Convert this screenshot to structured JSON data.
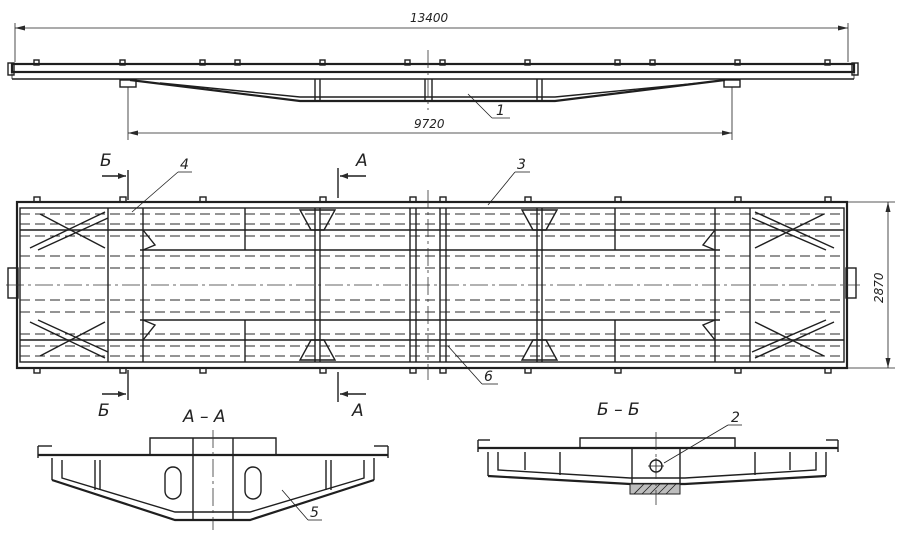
{
  "dimensions": {
    "overall_length": "13400",
    "base_length": "9720",
    "width": "2870"
  },
  "callouts": [
    "1",
    "2",
    "3",
    "4",
    "5",
    "6"
  ],
  "section_marks": {
    "a": "A",
    "b": "Б"
  },
  "section_titles": {
    "aa": "A  –  A",
    "bb": "Б  –  Б"
  }
}
